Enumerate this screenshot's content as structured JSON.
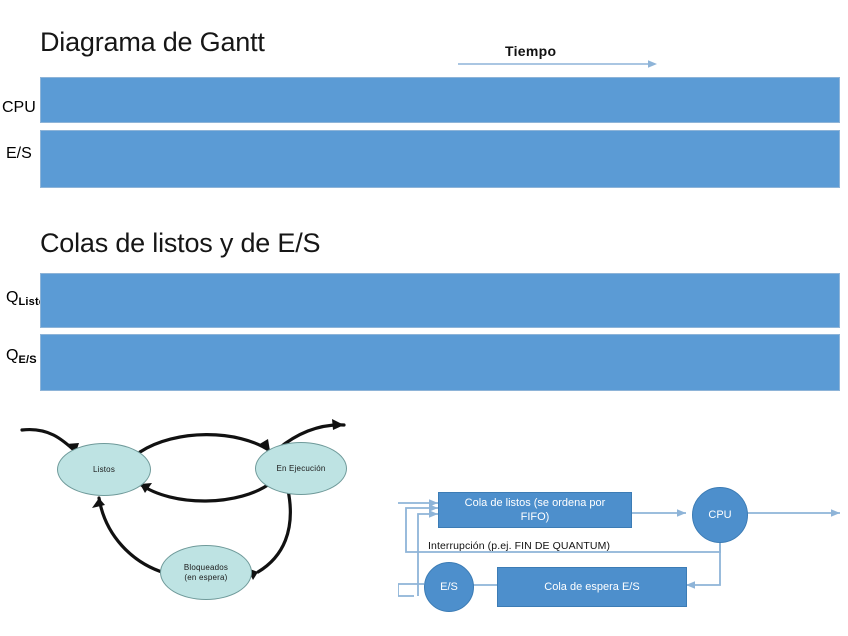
{
  "slide": {
    "background_color": "#ffffff",
    "accent_bar_color": "#5B9BD5",
    "block_fill_color": "#4D8FCC",
    "oval_fill_color": "#BEE3E3",
    "arrow_color": "#8EB4D8"
  },
  "gantt": {
    "title": "Diagrama de Gantt",
    "time_axis_label": "Tiempo",
    "rows": [
      {
        "label": "CPU"
      },
      {
        "label": "E/S"
      }
    ]
  },
  "queues": {
    "title": "Colas de listos y de E/S",
    "rows": [
      {
        "label_base": "Q",
        "label_sub": "Listos"
      },
      {
        "label_base": "Q",
        "label_sub": "E/S"
      }
    ]
  },
  "state_diagram": {
    "states": [
      {
        "name": "Listos"
      },
      {
        "name": "En Ejecución"
      },
      {
        "name": "Bloqueados\n(en espera)",
        "line1": "Bloqueados",
        "line2": "(en espera)"
      }
    ]
  },
  "block_diagram": {
    "ready_queue": "Cola de listos (se ordena por FIFO)",
    "ready_queue_line1": "Cola de listos (se ordena por",
    "ready_queue_line2": "FIFO)",
    "cpu": "CPU",
    "interrupt": "Interrupción (p.ej. FIN DE QUANTUM)",
    "io": "E/S",
    "io_queue": "Cola de espera E/S"
  }
}
